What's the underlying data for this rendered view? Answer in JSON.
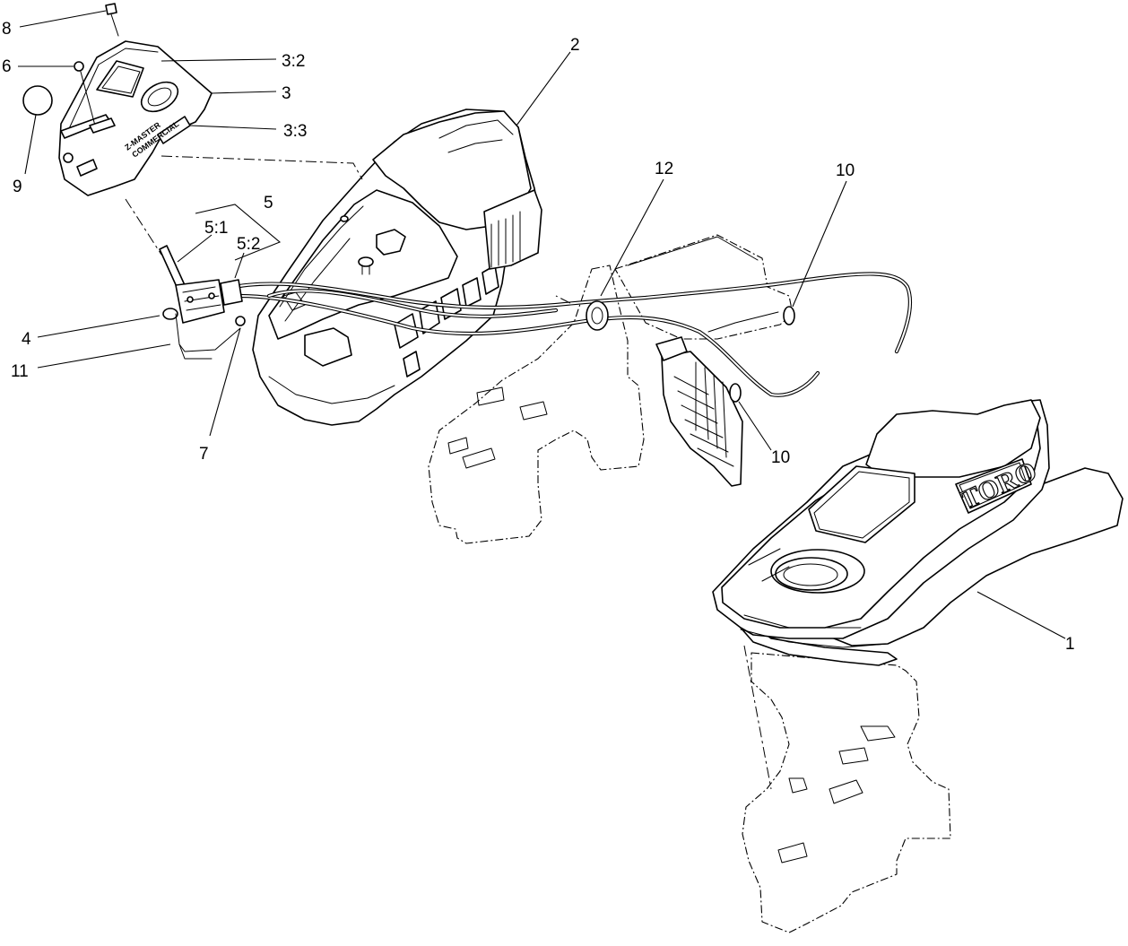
{
  "callouts": {
    "c8": "8",
    "c6": "6",
    "c9": "9",
    "c3_2": "3:2",
    "c3": "3",
    "c3_3": "3:3",
    "c2": "2",
    "c5": "5",
    "c5_1": "5:1",
    "c5_2": "5:2",
    "c4": "4",
    "c11": "11",
    "c7": "7",
    "c12": "12",
    "c10a": "10",
    "c10b": "10",
    "c1": "1"
  },
  "decal": {
    "brand_line1": "Z-MASTER",
    "brand_line2": "COMMERCIAL"
  },
  "logo": {
    "text": "TORO"
  }
}
